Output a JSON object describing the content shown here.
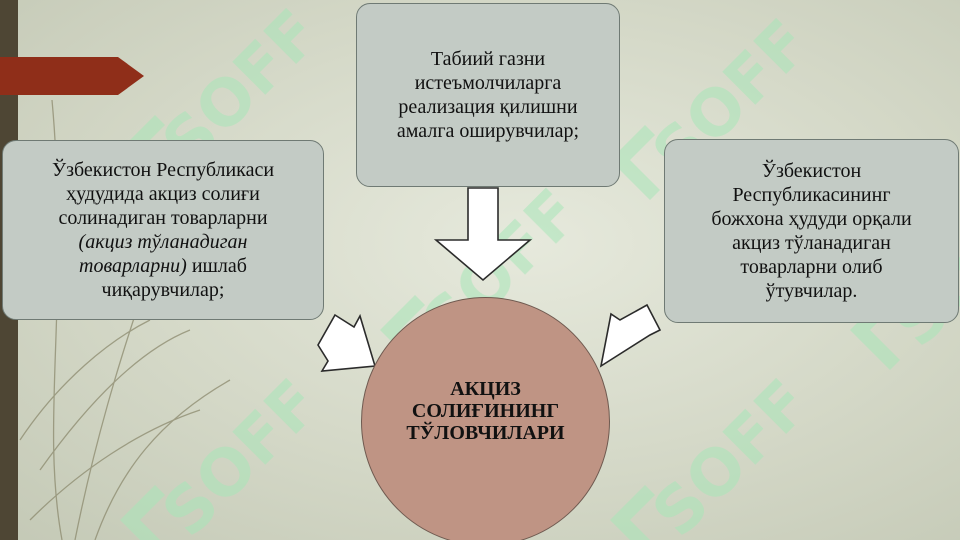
{
  "diagram": {
    "center": {
      "lines": [
        "АКЦИЗ",
        "СОЛИҒИНИНГ",
        "ТЎЛОВЧИЛАРИ"
      ]
    },
    "left_box": {
      "line1": "Ўзбекистон Республикаси",
      "line2": "ҳудудида акциз солиғи",
      "line3": "солинадиган товарларни",
      "line4_italic": "(акциз тўланадиган",
      "line5_italic": "товарларни)",
      "line5_rest": " ишлаб",
      "line6": "чиқарувчилар;"
    },
    "top_box": {
      "lines": [
        "Табиий газни",
        "истеъмолчиларга",
        "реализация қилишни",
        "амалга оширувчилар;"
      ]
    },
    "right_box": {
      "lines": [
        "Ўзбекистон",
        "Республикасининг",
        "божхона ҳудуди орқали",
        "акциз тўланадиган",
        "товарларни олиб",
        "ўтувчилар."
      ]
    }
  },
  "watermark": {
    "text": "SOFF"
  },
  "colors": {
    "background": "#d4d8c7",
    "left_bar": "#4e4634",
    "red_tab": "#8f2e19",
    "box_fill": "#c3cbc5",
    "circle_fill": "#bf9484",
    "watermark": "#a8e6b8"
  }
}
